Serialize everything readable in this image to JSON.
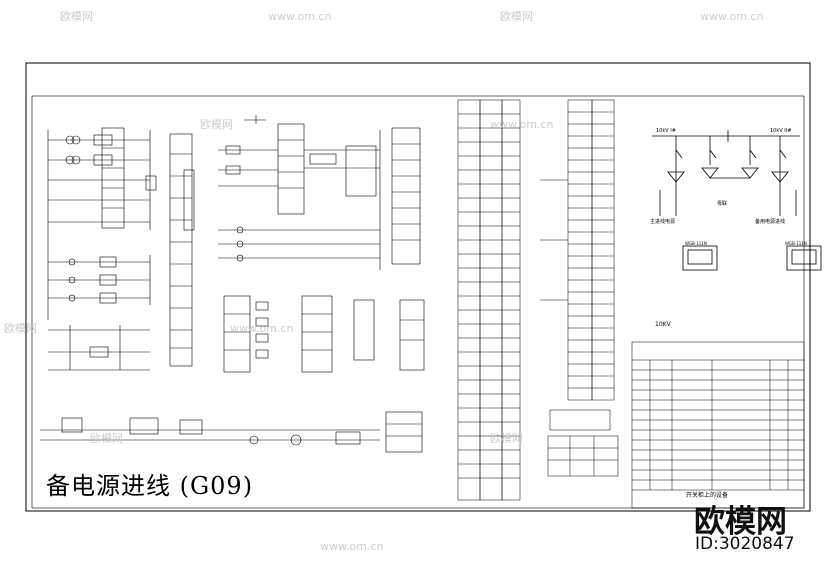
{
  "drawing": {
    "title": "备电源进线 (G09)",
    "hv_diagram_title": "10KV",
    "left_bus_label": "10kV I#",
    "right_bus_label": "10kV II#",
    "tie_label": "母联",
    "left_line_label": "主进线电源",
    "right_line_label": "备用电源进线",
    "left_meter_label": "WGB-111N",
    "right_meter_label": "WGB-111N",
    "equipment_table_caption": "开关柜上的设备"
  },
  "watermark": {
    "brand": "欧模网",
    "id_text": "ID:3020847",
    "site": "www.om.cn"
  },
  "colors": {
    "line": "#000000",
    "watermark": "#bfbfbf",
    "background": "#ffffff"
  }
}
